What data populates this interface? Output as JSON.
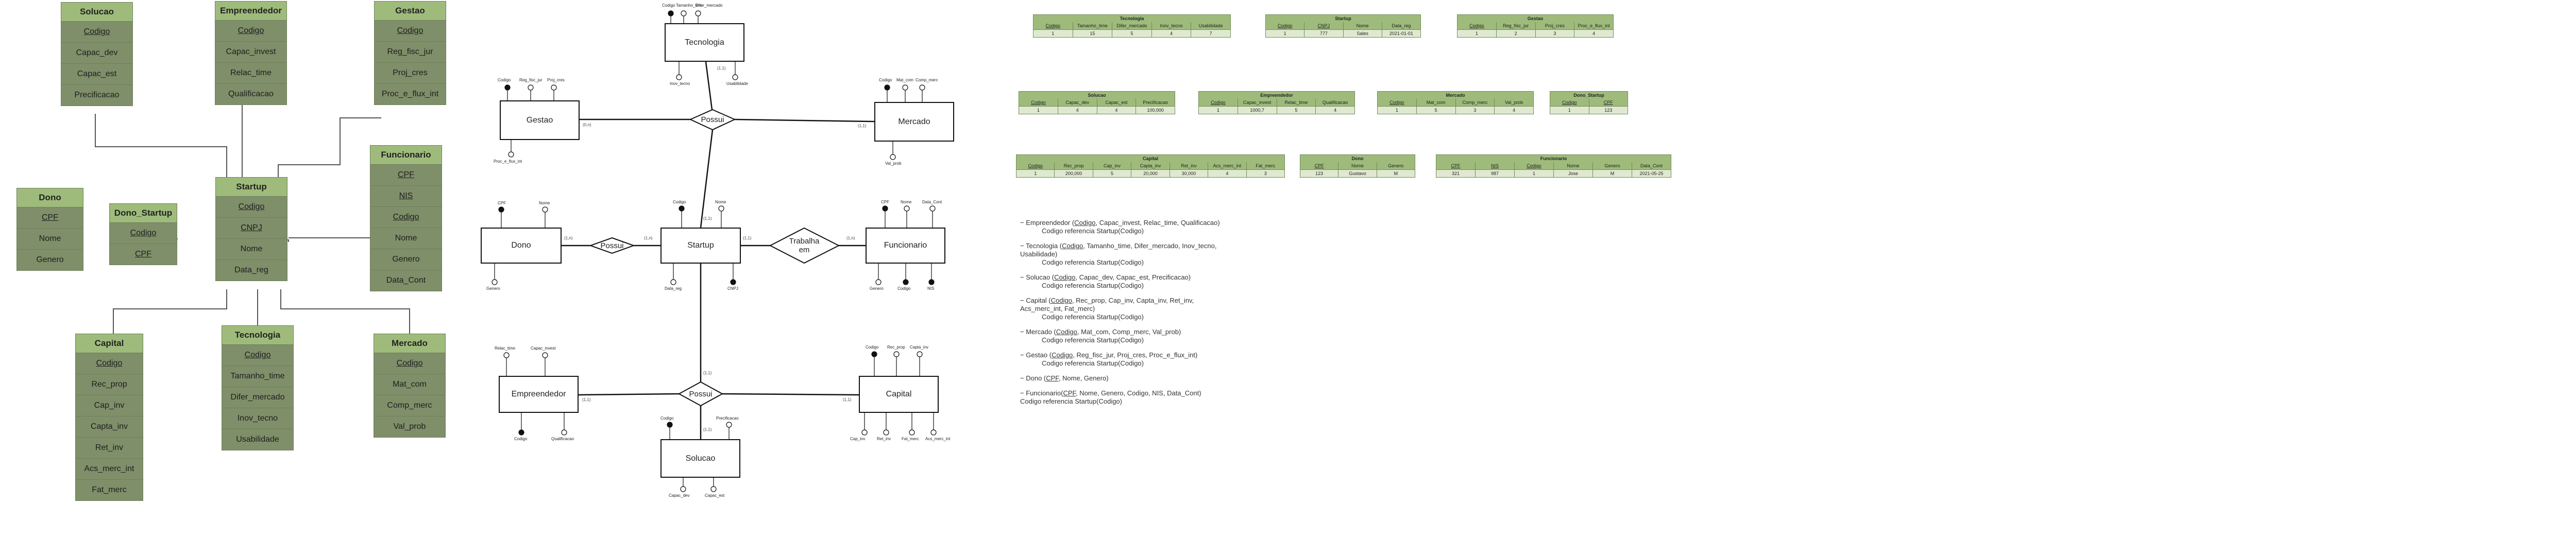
{
  "tables": {
    "solucao": {
      "title": "Solucao",
      "rows": [
        "Codigo",
        "Capac_dev",
        "Capac_est",
        "Precificacao"
      ]
    },
    "empreendedor": {
      "title": "Empreendedor",
      "rows": [
        "Codigo",
        "Capac_invest",
        "Relac_time",
        "Qualificacao"
      ]
    },
    "gestao": {
      "title": "Gestao",
      "rows": [
        "Codigo",
        "Reg_fisc_jur",
        "Proj_cres",
        "Proc_e_flux_int"
      ]
    },
    "dono": {
      "title": "Dono",
      "rows": [
        "CPF",
        "Nome",
        "Genero"
      ]
    },
    "dono_startup": {
      "title": "Dono_Startup",
      "rows": [
        "Codigo",
        "CPF"
      ]
    },
    "startup": {
      "title": "Startup",
      "rows": [
        "Codigo",
        "CNPJ",
        "Nome",
        "Data_reg"
      ]
    },
    "funcionario": {
      "title": "Funcionario",
      "rows": [
        "CPF",
        "NIS",
        "Codigo",
        "Nome",
        "Genero",
        "Data_Cont"
      ]
    },
    "capital": {
      "title": "Capital",
      "rows": [
        "Codigo",
        "Rec_prop",
        "Cap_inv",
        "Capta_inv",
        "Ret_inv",
        "Acs_merc_int",
        "Fat_merc"
      ]
    },
    "tecnologia": {
      "title": "Tecnologia",
      "rows": [
        "Codigo",
        "Tamanho_time",
        "Difer_mercado",
        "Inov_tecno",
        "Usabilidade"
      ]
    },
    "mercado": {
      "title": "Mercado",
      "rows": [
        "Codigo",
        "Mat_com",
        "Comp_merc",
        "Val_prob"
      ]
    }
  },
  "er": {
    "entities": {
      "tecnologia": "Tecnologia",
      "gestao": "Gestao",
      "mercado": "Mercado",
      "dono": "Dono",
      "startup": "Startup",
      "funcionario": "Funcionario",
      "empreendedor": "Empreendedor",
      "capital": "Capital",
      "solucao": "Solucao"
    },
    "relationships": {
      "possui_top": "Possui",
      "possui_left": "Possui",
      "trabalha": "Trabalha em",
      "possui_bottom": "Possui"
    },
    "attrs": {
      "tec_top": [
        "Codigo",
        "Tamanho_time",
        "Difer_mercado"
      ],
      "tec_bottom": [
        "Inov_tecno",
        "Usabilidade"
      ],
      "gestao_top": [
        "Codigo",
        "Reg_fisc_jur",
        "Proj_cres"
      ],
      "gestao_bottom": [
        "Proc_e_flux_int"
      ],
      "mercado_top": [
        "Codigo",
        "Mat_com",
        "Comp_merc"
      ],
      "mercado_bottom": [
        "Val_prob"
      ],
      "dono_top": [
        "CPF",
        "Nome"
      ],
      "dono_bottom": [
        "Genero"
      ],
      "startup_top": [
        "Codigo",
        "Nome"
      ],
      "startup_bottom": [
        "Data_reg",
        "CNPJ"
      ],
      "func_top": [
        "CPF",
        "Nome",
        "Data_Cont"
      ],
      "func_bottom": [
        "Genero",
        "Codigo",
        "NIS"
      ],
      "emp_top": [
        "Relac_time",
        "Capac_invest"
      ],
      "emp_bottom": [
        "Codigo",
        "Qualificacao"
      ],
      "cap_top": [
        "Codigo",
        "Rec_prop",
        "Capta_inv"
      ],
      "cap_bottom": [
        "Cap_inv",
        "Ret_inv",
        "Fat_merc",
        "Acs_merc_int"
      ],
      "sol_top": [
        "Codigo",
        "Precificacao"
      ],
      "sol_bottom": [
        "Capac_dev",
        "Capac_est"
      ]
    },
    "cardinalities": {
      "one_one": "(1,1)",
      "zero_n": "(0,n)",
      "one_n": "(1,n)"
    }
  },
  "sample_tables": [
    {
      "title": "Tecnologia",
      "headers": [
        "Codigo",
        "Tamanho_time",
        "Difer_mercado",
        "Inov_tecno",
        "Usabilidade"
      ],
      "values": [
        "1",
        "15",
        "5",
        "4",
        "7"
      ]
    },
    {
      "title": "Startup",
      "headers": [
        "Codigo",
        "CNPJ",
        "Nome",
        "Data_reg"
      ],
      "values": [
        "1",
        "777",
        "Sales",
        "2021-01-01"
      ]
    },
    {
      "title": "Gestao",
      "headers": [
        "Codigo",
        "Reg_fisc_jur",
        "Proj_cres",
        "Proc_e_flux_int"
      ],
      "values": [
        "1",
        "2",
        "3",
        "4"
      ]
    },
    {
      "title": "Solucao",
      "headers": [
        "Codigo",
        "Capac_dev",
        "Capac_est",
        "Precificacao"
      ],
      "values": [
        "1",
        "4",
        "4",
        "100,000"
      ]
    },
    {
      "title": "Empreendedor",
      "headers": [
        "Codigo",
        "Capac_invest",
        "Relac_time",
        "Qualificacao"
      ],
      "values": [
        "1",
        "1000,7",
        "5",
        "4"
      ]
    },
    {
      "title": "Mercado",
      "headers": [
        "Codigo",
        "Mat_com",
        "Comp_merc",
        "Val_prob"
      ],
      "values": [
        "1",
        "5",
        "3",
        "4"
      ]
    },
    {
      "title": "Dono_Startup",
      "headers": [
        "Codigo",
        "CPF"
      ],
      "values": [
        "1",
        "123"
      ]
    },
    {
      "title": "Capital",
      "headers": [
        "Codigo",
        "Rec_prop",
        "Cap_inv",
        "Capta_inv",
        "Ret_inv",
        "Acs_merc_int",
        "Fat_merc"
      ],
      "values": [
        "1",
        "200,000",
        "5",
        "20,000",
        "30,000",
        "4",
        "3"
      ]
    },
    {
      "title": "Dono",
      "headers": [
        "CPF",
        "Nome",
        "Genero"
      ],
      "values": [
        "123",
        "Gustavo",
        "M"
      ]
    },
    {
      "title": "Funcionario",
      "headers": [
        "CPF",
        "NIS",
        "Codigo",
        "Nome",
        "Genero",
        "Data_Cont"
      ],
      "values": [
        "321",
        "987",
        "1",
        "Jose",
        "M",
        "2021-05-25"
      ]
    }
  ],
  "notes": [
    {
      "pre": "Empreendedor (",
      "pk": "Codigo",
      "post": ", Capac_invest, Relac_time, Qualificacao)",
      "ref": "Codigo referencia Startup(Codigo)"
    },
    {
      "pre": "Tecnologia (",
      "pk": "Codigo",
      "post": ", Tamanho_time, Difer_mercado, Inov_tecno, Usabilidade)",
      "ref": "Codigo referencia Startup(Codigo)"
    },
    {
      "pre": "Solucao (",
      "pk": "Codigo",
      "post": ", Capac_dev, Capac_est, Precificacao)",
      "ref": "Codigo referencia Startup(Codigo)"
    },
    {
      "pre": "Capital (",
      "pk": "Codigo",
      "post": ", Rec_prop, Cap_inv, Capta_inv, Ret_inv, Acs_merc_int, Fat_merc)",
      "ref": "Codigo referencia Startup(Codigo)"
    },
    {
      "pre": "Mercado (",
      "pk": "Codigo",
      "post": ", Mat_com, Comp_merc, Val_prob)",
      "ref": "Codigo referencia Startup(Codigo)"
    },
    {
      "pre": "Gestao (",
      "pk": "Codigo",
      "post": ", Reg_fisc_jur, Proj_cres, Proc_e_flux_int)",
      "ref": "Codigo referencia Startup(Codigo)"
    },
    {
      "pre": "Dono (",
      "pk": "CPF",
      "post": ", Nome, Genero)",
      "ref": ""
    },
    {
      "pre": "Funcionario(",
      "pk": "CPF",
      "post": ", Nome, Genero, Codigo, NIS, Data_Cont)",
      "ref": "Codigo referencia Startup(Codigo)"
    }
  ]
}
